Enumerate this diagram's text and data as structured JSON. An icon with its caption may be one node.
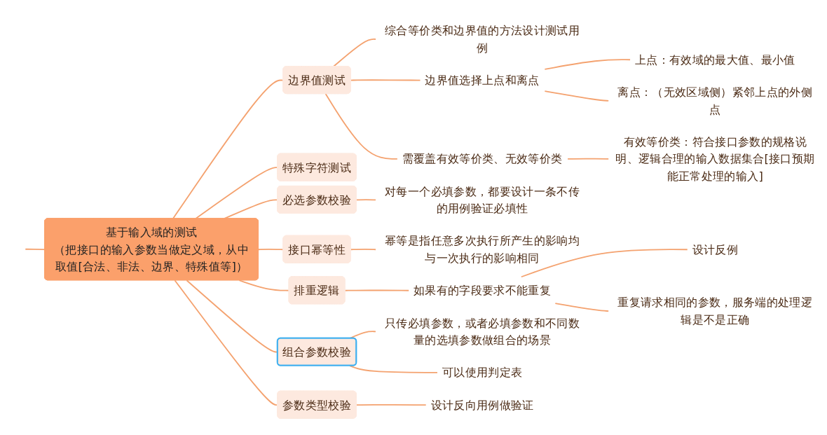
{
  "diagram": {
    "nodes": [
      {
        "text": [
          "基于输入域的测试",
          "（把接口的输入参数当做定义域，从中取值[合法、非法、边界、特殊值等]）"
        ]
      },
      {
        "text": [
          "边界值测试"
        ]
      },
      {
        "text": [
          "综合等价类和边界值的方法设计测试用例"
        ]
      },
      {
        "text": [
          "边界值选择上点和离点"
        ]
      },
      {
        "text": [
          "上点：有效域的最大值、最小值"
        ]
      },
      {
        "text": [
          "离点：（无效区域侧）紧邻上点的外侧点"
        ]
      },
      {
        "text": [
          "需覆盖有效等价类、无效等价类"
        ]
      },
      {
        "text": [
          "有效等价类：符合接口参数的规格说明、逻辑合理的输入数据集合[接口预期能正常处理的输入]"
        ]
      },
      {
        "text": [
          "特殊字符测试"
        ]
      },
      {
        "text": [
          "必选参数校验"
        ]
      },
      {
        "text": [
          "对每一个必填参数，都要设计一条不传的用例验证必填性"
        ]
      },
      {
        "text": [
          "接口幂等性"
        ]
      },
      {
        "text": [
          "幂等是指任意多次执行所产生的影响均与一次执行的影响相同"
        ]
      },
      {
        "text": [
          "排重逻辑"
        ]
      },
      {
        "text": [
          "如果有的字段要求不能重复"
        ]
      },
      {
        "text": [
          "设计反例"
        ]
      },
      {
        "text": [
          "重复请求相同的参数，服务端的处理逻辑是不是正确"
        ]
      },
      {
        "text": [
          "组合参数校验"
        ]
      },
      {
        "text": [
          "只传必填参数，或者必填参数和不同数量的选填参数做组合的场景"
        ]
      },
      {
        "text": [
          "可以使用判定表"
        ]
      },
      {
        "text": [
          "参数类型校验"
        ]
      },
      {
        "text": [
          "设计反向用例做验证"
        ]
      }
    ],
    "edges": [
      {
        "from": null,
        "to": 0,
        "arrow": "none"
      },
      {
        "from": 0,
        "to": 1,
        "arrow": "none"
      },
      {
        "from": 0,
        "to": 8,
        "arrow": "none"
      },
      {
        "from": 0,
        "to": 9,
        "arrow": "none"
      },
      {
        "from": 0,
        "to": 11,
        "arrow": "none"
      },
      {
        "from": 0,
        "to": 13,
        "arrow": "none"
      },
      {
        "from": 0,
        "to": 17,
        "arrow": "none"
      },
      {
        "from": 0,
        "to": 20,
        "arrow": "none"
      },
      {
        "from": 1,
        "to": 2,
        "arrow": "none"
      },
      {
        "from": 1,
        "to": 3,
        "arrow": "none"
      },
      {
        "from": 1,
        "to": 6,
        "arrow": "none"
      },
      {
        "from": 3,
        "to": 4,
        "arrow": "none"
      },
      {
        "from": 3,
        "to": 5,
        "arrow": "none"
      },
      {
        "from": 6,
        "to": 7,
        "arrow": "none"
      },
      {
        "from": 9,
        "to": 10,
        "arrow": "none"
      },
      {
        "from": 11,
        "to": 12,
        "arrow": "none"
      },
      {
        "from": 13,
        "to": 14,
        "arrow": "none"
      },
      {
        "from": 14,
        "to": 15,
        "arrow": "none"
      },
      {
        "from": 14,
        "to": 16,
        "arrow": "none"
      },
      {
        "from": 17,
        "to": 18,
        "arrow": "none"
      },
      {
        "from": 17,
        "to": 19,
        "arrow": "none"
      },
      {
        "from": 20,
        "to": 21,
        "arrow": "none"
      }
    ]
  }
}
